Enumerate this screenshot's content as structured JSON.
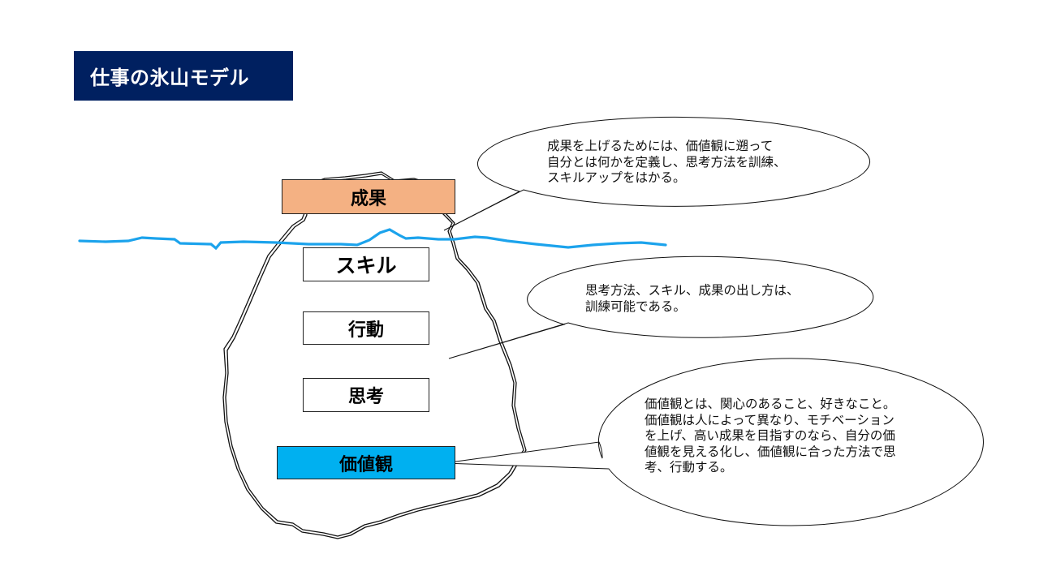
{
  "title": "仕事の氷山モデル",
  "layers": {
    "result": {
      "label": "成果",
      "color": "#F4B183"
    },
    "skill": {
      "label": "スキル"
    },
    "action": {
      "label": "行動"
    },
    "thinking": {
      "label": "思考"
    },
    "values": {
      "label": "価値観",
      "color": "#00B0F0"
    }
  },
  "waterline_color": "#1CA3EC",
  "callouts": {
    "top": "成果を上げるためには、価値観に遡って\n自分とは何かを定義し、思考方法を訓練、\nスキルアップをはかる。",
    "middle": "思考方法、スキル、成果の出し方は、\n訓練可能である。",
    "bottom": "価値観とは、関心のあること、好きなこと。\n価値観は人によって異なり、モチベーション\nを上げ、高い成果を目指すのなら、自分の価\n値観を見える化し、価値観に合った方法で思\n考、行動する。"
  }
}
